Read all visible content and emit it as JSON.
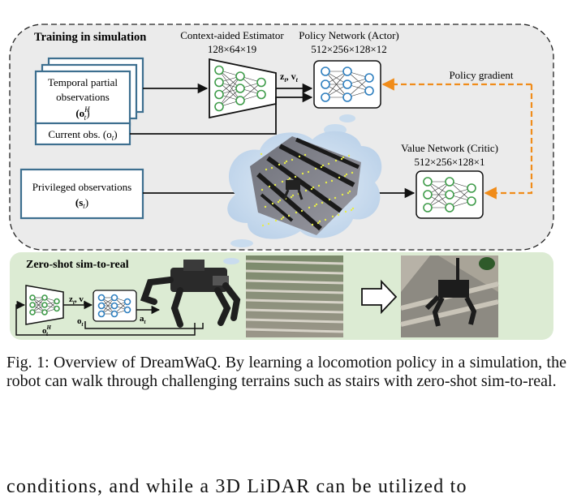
{
  "figure": {
    "training": {
      "title": "Training in simulation",
      "estimator_title": "Context-aided Estimator",
      "estimator_dims": "128×64×19",
      "actor_title": "Policy Network (Actor)",
      "actor_dims": "512×256×128×12",
      "critic_title": "Value Network (Critic)",
      "critic_dims": "512×256×128×1",
      "policy_gradient": "Policy gradient",
      "temporal_obs_line1": "Temporal partial",
      "temporal_obs_line2": "observations",
      "temporal_obs_symbol": "(o",
      "temporal_obs_sup": "H",
      "temporal_obs_sub": "t",
      "current_obs": "Current obs. (o",
      "current_obs_sub": "t",
      "privileged_obs": "Privileged observations",
      "privileged_symbol": "(s",
      "privileged_sub": "t",
      "latent_label": "z",
      "latent_label2": "v"
    },
    "deploy": {
      "title": "Zero-shot sim-to-real",
      "obs_hist": "o",
      "obs_cur": "o",
      "action": "a",
      "latent": "z",
      "latent2": "v"
    },
    "colors": {
      "sim_bg": "#ebebeb",
      "real_bg": "#dcebd3",
      "box_border": "#3d6f8f",
      "network_node": "#2e7fbf",
      "estimator_node": "#3f9c4a",
      "critic_node": "#3f9c4a",
      "gradient_arrow": "#f08c1a",
      "cloud": "#c9dcee"
    }
  },
  "caption": "Fig. 1: Overview of DreamWaQ. By learning a locomotion policy in a simulation, the robot can walk through challenging terrains such as stairs with zero-shot sim-to-real.",
  "body_text": "conditions, and while a 3D LiDAR can be utilized to"
}
